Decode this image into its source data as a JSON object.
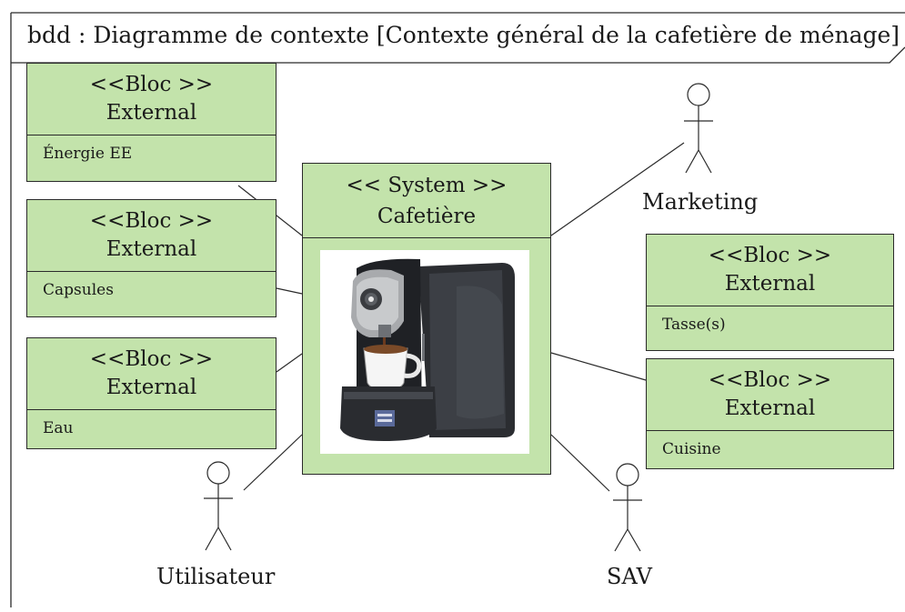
{
  "frame": {
    "title": "bdd : Diagramme de contexte [Contexte général de la cafetière de ménage]"
  },
  "system": {
    "stereotype": "<< System >>",
    "name": "Cafetière"
  },
  "blocks": [
    {
      "stereotype": "<<Bloc >>",
      "name": "External",
      "attribute": "Énergie EE"
    },
    {
      "stereotype": "<<Bloc >>",
      "name": "External",
      "attribute": "Capsules"
    },
    {
      "stereotype": "<<Bloc >>",
      "name": "External",
      "attribute": "Eau"
    },
    {
      "stereotype": "<<Bloc >>",
      "name": "External",
      "attribute": "Tasse(s)"
    },
    {
      "stereotype": "<<Bloc >>",
      "name": "External",
      "attribute": "Cuisine"
    }
  ],
  "actors": [
    {
      "name": "Marketing"
    },
    {
      "name": "Utilisateur"
    },
    {
      "name": "SAV"
    }
  ],
  "colors": {
    "block_fill": "#c3e3ab",
    "line": "#2a2a2a"
  }
}
